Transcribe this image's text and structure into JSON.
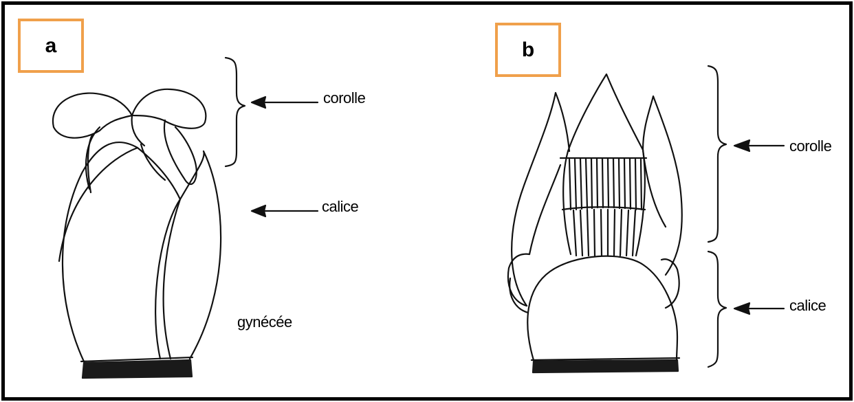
{
  "panels": [
    {
      "label": "a",
      "annotations": {
        "corolle": "corolle",
        "calice": "calice",
        "gynecee": "gynécée"
      }
    },
    {
      "label": "b",
      "annotations": {
        "corolle": "corolle",
        "calice": "calice"
      }
    }
  ],
  "colors": {
    "frame_border": "#000000",
    "label_box_border": "#f0a04b",
    "drawing_stroke": "#111111"
  }
}
